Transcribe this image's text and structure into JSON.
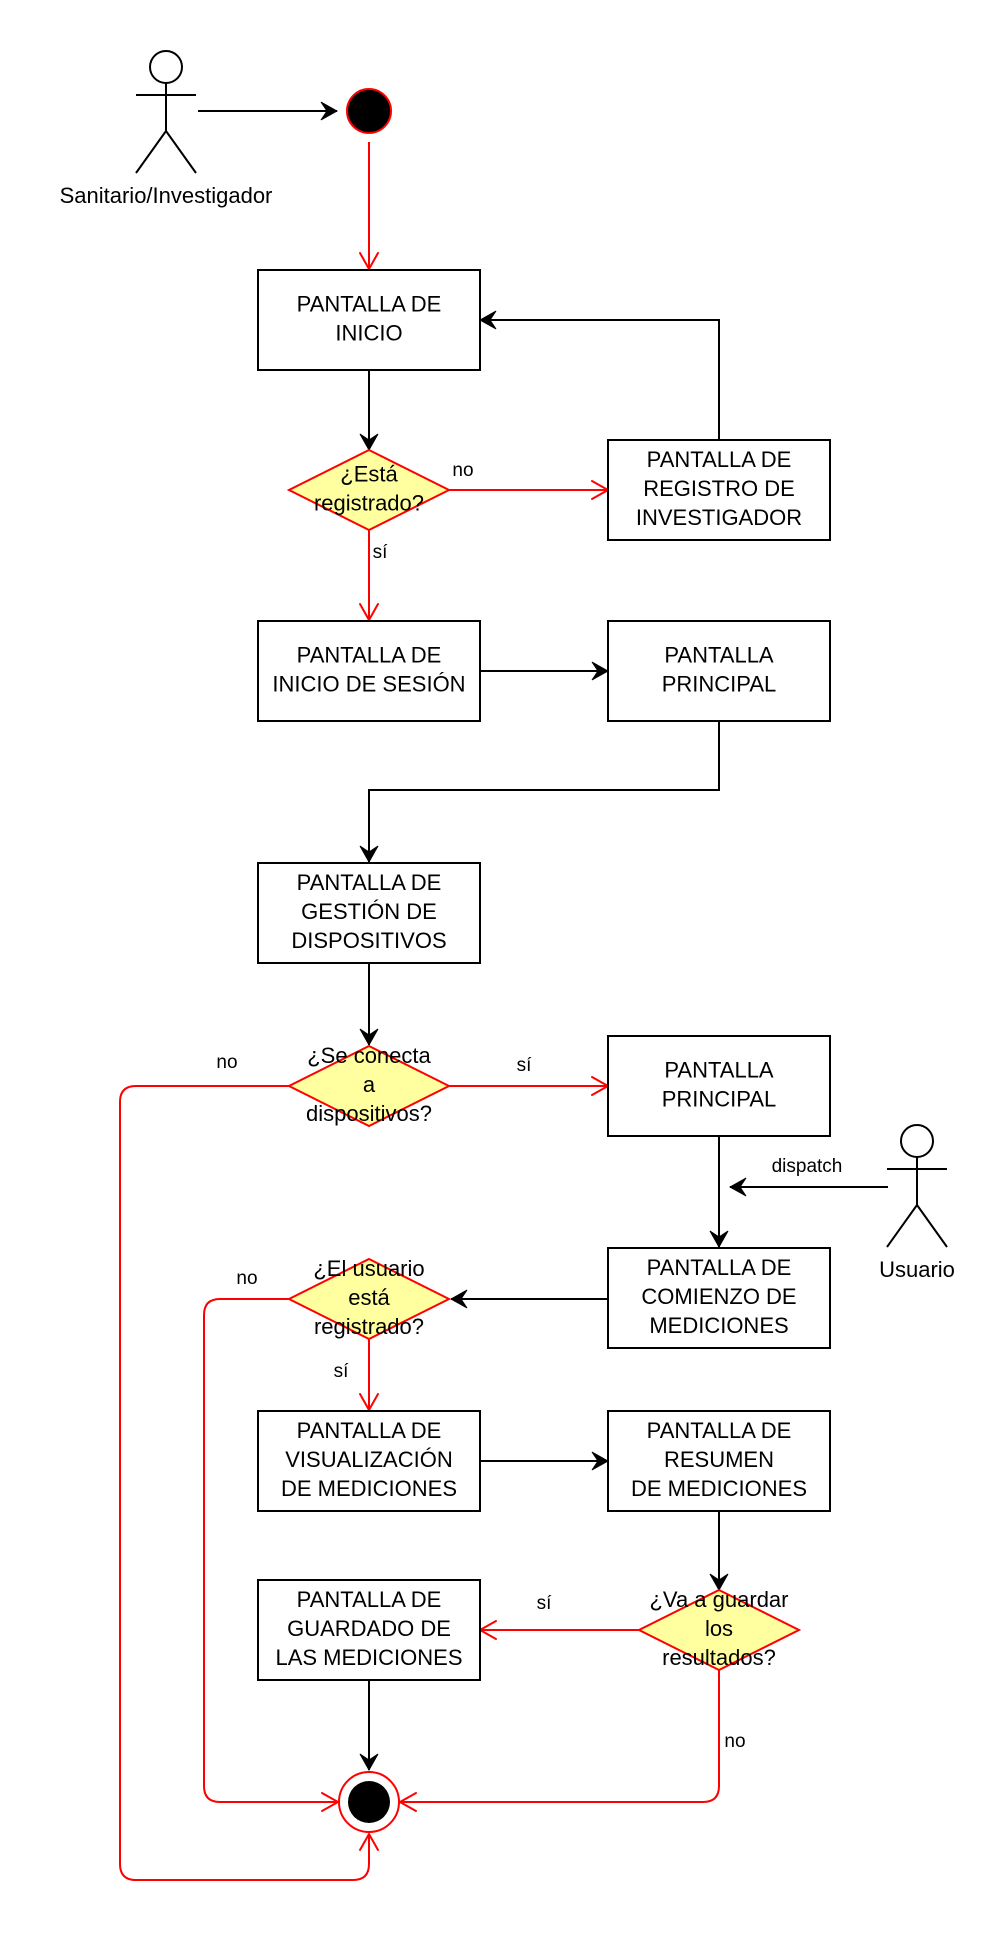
{
  "actors": {
    "researcher": "Sanitario/Investigador",
    "user": "Usuario"
  },
  "nodes": {
    "inicio": [
      "PANTALLA DE",
      "INICIO"
    ],
    "q_registrado": [
      "¿Está",
      "registrado?"
    ],
    "registro_investigador": [
      "PANTALLA DE",
      "REGISTRO DE",
      "INVESTIGADOR"
    ],
    "inicio_sesion": [
      "PANTALLA DE",
      "INICIO DE SESIÓN"
    ],
    "principal_1": [
      "PANTALLA",
      "PRINCIPAL"
    ],
    "gestion_dispositivos": [
      "PANTALLA DE",
      "GESTIÓN DE",
      "DISPOSITIVOS"
    ],
    "q_conecta": [
      "¿Se conecta",
      "a",
      "dispositivos?"
    ],
    "principal_2": [
      "PANTALLA",
      "PRINCIPAL"
    ],
    "comienzo_mediciones": [
      "PANTALLA DE",
      "COMIENZO DE",
      "MEDICIONES"
    ],
    "q_usuario_registrado": [
      "¿El usuario",
      "está",
      "registrado?"
    ],
    "visualizacion": [
      "PANTALLA DE",
      "VISUALIZACIÓN",
      "DE MEDICIONES"
    ],
    "resumen": [
      "PANTALLA DE",
      "RESUMEN",
      "DE MEDICIONES"
    ],
    "q_guardar": [
      "¿Va a guardar",
      "los",
      "resultados?"
    ],
    "guardado": [
      "PANTALLA DE",
      "GUARDADO DE",
      "LAS MEDICIONES"
    ]
  },
  "edge_labels": {
    "registrado_no": "no",
    "registrado_si": "sí",
    "conecta_no": "no",
    "conecta_si": "sí",
    "dispatch": "dispatch",
    "usuario_no": "no",
    "usuario_si": "sí",
    "guardar_si": "sí",
    "guardar_no": "no"
  },
  "colors": {
    "decision_fill": "#ffffa0",
    "decision_stroke": "#ff0000",
    "flow_red": "#ff0000",
    "flow_black": "#000000"
  }
}
